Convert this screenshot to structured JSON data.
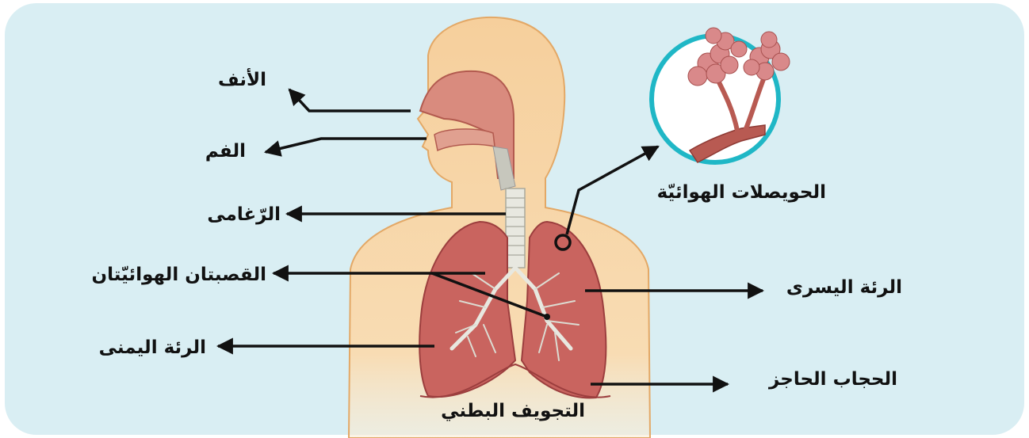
{
  "labels": {
    "nose": "الأنف",
    "mouth": "الفم",
    "trachea": "الرّغامى",
    "bronchi": "القصبتان الهوائيّتان",
    "right_lung": "الرئة اليمنى",
    "alveoli": "الحويصلات الهوائيّة",
    "left_lung": "الرئة اليسرى",
    "diaphragm": "الحجاب الحاجز",
    "abdomen": "التجويف البطني"
  },
  "colors": {
    "background": "#d9eef3",
    "skin": "#f6cf9c",
    "skin_outline": "#e3a866",
    "lung": "#c9645f",
    "lung_dark": "#9c3e3e",
    "airway": "#d98b7e",
    "trachea": "#e8e8e0",
    "circle_border": "#1fb7c6",
    "arrow": "#111111"
  }
}
